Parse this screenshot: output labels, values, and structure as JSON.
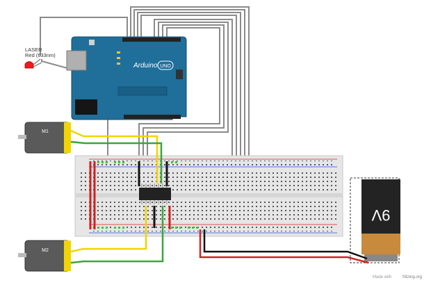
{
  "laser": {
    "line1": "LASER",
    "line2": "Red (633nm)"
  },
  "arduino": {
    "brand": "Arduino",
    "model": "UNO"
  },
  "motors": [
    {
      "label": "M1"
    },
    {
      "label": "M2"
    }
  ],
  "battery": {
    "label": "9V"
  },
  "footer": {
    "credit": "fritzing.org",
    "credit_prefix": "Made with"
  },
  "colors": {
    "board": "#1f6f9a",
    "breadboard": "#e6e6e6",
    "wire_yellow": "#f2d400",
    "wire_green": "#3aa63a",
    "wire_red": "#d42020",
    "wire_black": "#111111",
    "wire_gray": "#888888"
  }
}
